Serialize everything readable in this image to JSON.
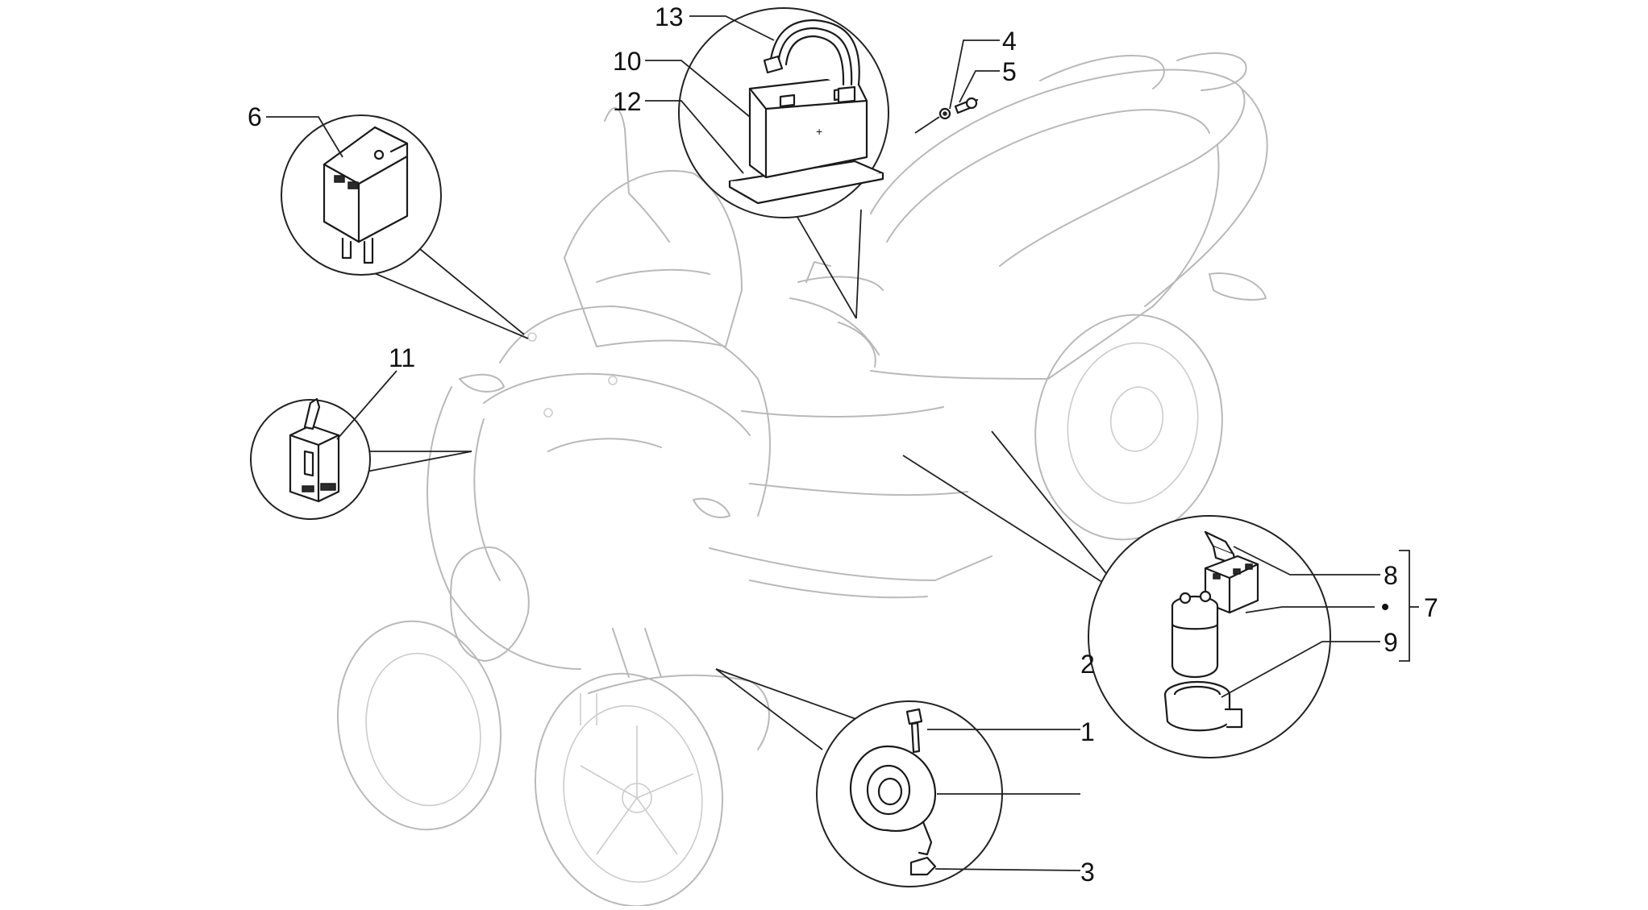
{
  "callouts": {
    "c1": "1",
    "c2": "2",
    "c3": "3",
    "c4": "4",
    "c5": "5",
    "c6": "6",
    "c7": "7",
    "c8": "8",
    "c9": "9",
    "c10": "10",
    "c11": "11",
    "c12": "12",
    "c13": "13"
  },
  "colors": {
    "line_art": "#1a1a1a",
    "ghost_outline": "#b9b9b9",
    "background": "#ffffff"
  },
  "icons": {
    "vehicle": "three-wheel-scooter-outline",
    "horn": "horn-icon",
    "relay": "relay-icon",
    "battery": "battery-icon",
    "switch": "stop-light-switch-icon",
    "starter": "starter-solenoid-icon"
  }
}
